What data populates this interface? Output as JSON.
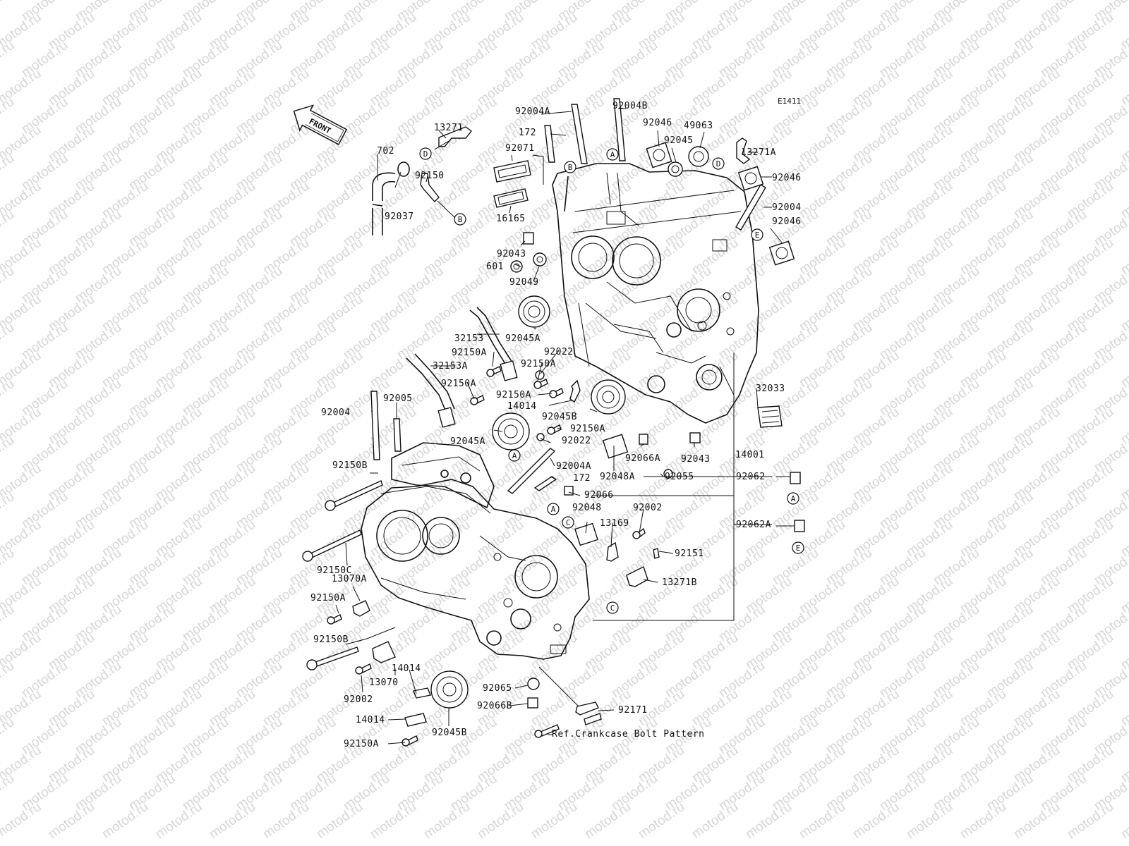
{
  "diagram": {
    "code": "E1411",
    "watermark": "motod.ru",
    "front_label": "FRONT",
    "ref_note": "Ref.Crankcase Bolt Pattern"
  },
  "parts": [
    {
      "id": "p1",
      "text": "13271"
    },
    {
      "id": "p2",
      "text": "702"
    },
    {
      "id": "p3",
      "text": "92150"
    },
    {
      "id": "p4",
      "text": "92037"
    },
    {
      "id": "p5",
      "text": "92004A"
    },
    {
      "id": "p6",
      "text": "92004B"
    },
    {
      "id": "p7",
      "text": "172"
    },
    {
      "id": "p8",
      "text": "92046"
    },
    {
      "id": "p9",
      "text": "49063"
    },
    {
      "id": "p10",
      "text": "92071"
    },
    {
      "id": "p11",
      "text": "92045"
    },
    {
      "id": "p12",
      "text": "13271A"
    },
    {
      "id": "p13",
      "text": "92046"
    },
    {
      "id": "p14",
      "text": "16165"
    },
    {
      "id": "p15",
      "text": "92004"
    },
    {
      "id": "p16",
      "text": "92046"
    },
    {
      "id": "p17",
      "text": "92043"
    },
    {
      "id": "p18",
      "text": "601"
    },
    {
      "id": "p19",
      "text": "92049"
    },
    {
      "id": "p20",
      "text": "32153"
    },
    {
      "id": "p21",
      "text": "92045A"
    },
    {
      "id": "p22",
      "text": "92150A"
    },
    {
      "id": "p23",
      "text": "32153A"
    },
    {
      "id": "p24",
      "text": "92022"
    },
    {
      "id": "p25",
      "text": "92150A"
    },
    {
      "id": "p26",
      "text": "92150A"
    },
    {
      "id": "p27",
      "text": "92150A"
    },
    {
      "id": "p28",
      "text": "14014"
    },
    {
      "id": "p29",
      "text": "92045B"
    },
    {
      "id": "p30",
      "text": "32033"
    },
    {
      "id": "p31",
      "text": "92004"
    },
    {
      "id": "p32",
      "text": "92005"
    },
    {
      "id": "p33",
      "text": "92045A"
    },
    {
      "id": "p34",
      "text": "92150A"
    },
    {
      "id": "p35",
      "text": "92022"
    },
    {
      "id": "p36",
      "text": "92066A"
    },
    {
      "id": "p37",
      "text": "92043"
    },
    {
      "id": "p38",
      "text": "14001"
    },
    {
      "id": "p39",
      "text": "92150B"
    },
    {
      "id": "p40",
      "text": "92004A"
    },
    {
      "id": "p41",
      "text": "172"
    },
    {
      "id": "p42",
      "text": "92048A"
    },
    {
      "id": "p43",
      "text": "92055"
    },
    {
      "id": "p44",
      "text": "92062"
    },
    {
      "id": "p45",
      "text": "92066"
    },
    {
      "id": "p46",
      "text": "92048"
    },
    {
      "id": "p47",
      "text": "13169"
    },
    {
      "id": "p48",
      "text": "92002"
    },
    {
      "id": "p49",
      "text": "92062A"
    },
    {
      "id": "p50",
      "text": "92151"
    },
    {
      "id": "p51",
      "text": "92150C"
    },
    {
      "id": "p52",
      "text": "13070A"
    },
    {
      "id": "p53",
      "text": "13271B"
    },
    {
      "id": "p54",
      "text": "92150A"
    },
    {
      "id": "p55",
      "text": "92150B"
    },
    {
      "id": "p56",
      "text": "14014"
    },
    {
      "id": "p57",
      "text": "13070"
    },
    {
      "id": "p58",
      "text": "92065"
    },
    {
      "id": "p59",
      "text": "92002"
    },
    {
      "id": "p60",
      "text": "92066B"
    },
    {
      "id": "p61",
      "text": "92171"
    },
    {
      "id": "p62",
      "text": "14014"
    },
    {
      "id": "p63",
      "text": "92045B"
    },
    {
      "id": "p64",
      "text": "92150A"
    }
  ],
  "callouts": [
    {
      "id": "c1",
      "text": "D"
    },
    {
      "id": "c2",
      "text": "B"
    },
    {
      "id": "c3",
      "text": "B"
    },
    {
      "id": "c4",
      "text": "A"
    },
    {
      "id": "c5",
      "text": "D"
    },
    {
      "id": "c6",
      "text": "E"
    },
    {
      "id": "c7",
      "text": "A"
    },
    {
      "id": "c8",
      "text": "A"
    },
    {
      "id": "c9",
      "text": "C"
    },
    {
      "id": "c10",
      "text": "A"
    },
    {
      "id": "c11",
      "text": "E"
    },
    {
      "id": "c12",
      "text": "C"
    }
  ]
}
